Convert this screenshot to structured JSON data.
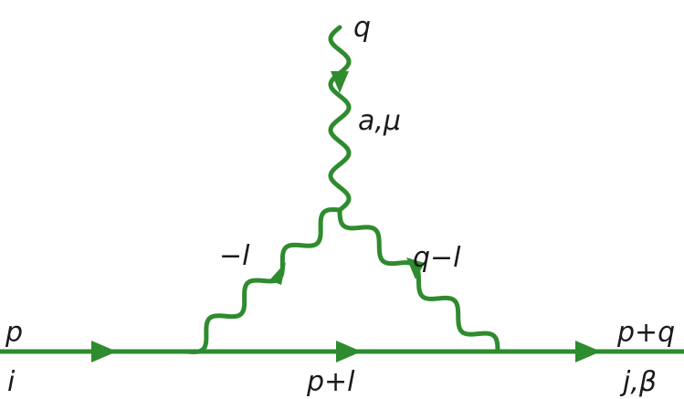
{
  "colors": {
    "line": "#2e8b2e",
    "text": "#1a1a1a"
  },
  "labels": {
    "external_gluon": "q",
    "gluon_indices": "a,μ",
    "left_gluon": "−l",
    "right_gluon": "q−l",
    "incoming_momentum": "p",
    "incoming_index": "i",
    "internal_fermion": "p+l",
    "outgoing_momentum": "p+q",
    "outgoing_index": "j,β"
  }
}
